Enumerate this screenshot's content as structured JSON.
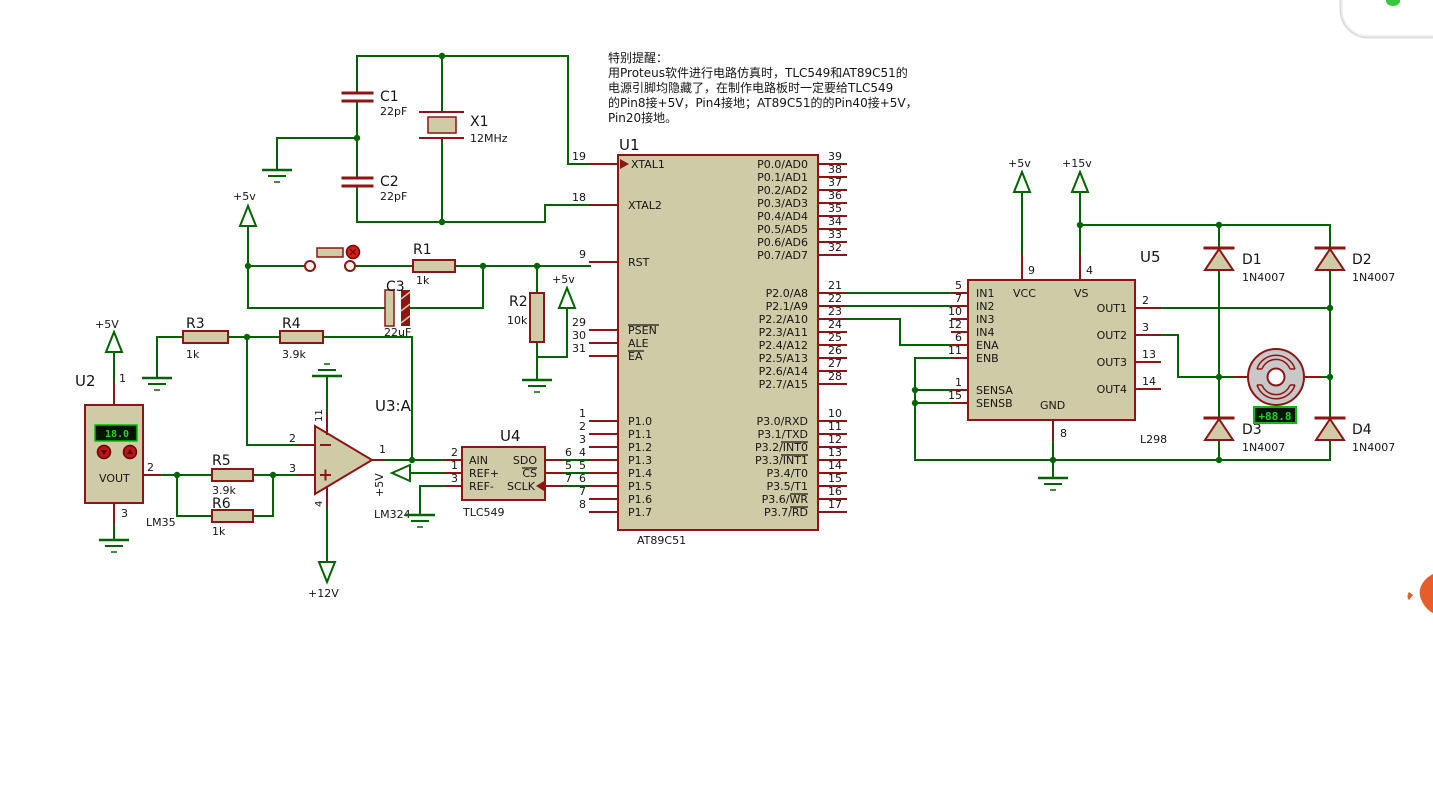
{
  "note": {
    "line1": "特别提醒：",
    "line2": "用Proteus软件进行电路仿真时，TLC549和AT89C51的",
    "line3": "电源引脚均隐藏了，在制作电路板时一定要给TLC549",
    "line4": "的Pin8接+5V，Pin4接地；AT89C51的的Pin40接+5V，",
    "line5": "Pin20接地。"
  },
  "power": {
    "xtal_5v": "+5v",
    "u2_5v": "+5V",
    "rst_5v": "+5v",
    "ref_5v": "+5V",
    "opamp_12v": "+12V",
    "u5_5v": "+5v",
    "u5_15v": "+15v"
  },
  "c1": {
    "ref": "C1",
    "value": "22pF"
  },
  "c2": {
    "ref": "C2",
    "value": "22pF"
  },
  "c3": {
    "ref": "C3",
    "value": "22uF"
  },
  "x1": {
    "ref": "X1",
    "value": "12MHz"
  },
  "r1": {
    "ref": "R1",
    "value": "1k"
  },
  "r2": {
    "ref": "R2",
    "value": "10k"
  },
  "r3": {
    "ref": "R3",
    "value": "1k"
  },
  "r4": {
    "ref": "R4",
    "value": "3.9k"
  },
  "r5": {
    "ref": "R5",
    "value": "3.9k"
  },
  "r6": {
    "ref": "R6",
    "value": "1k"
  },
  "d1": {
    "ref": "D1",
    "value": "1N4007"
  },
  "d2": {
    "ref": "D2",
    "value": "1N4007"
  },
  "d3": {
    "ref": "D3",
    "value": "1N4007"
  },
  "d4": {
    "ref": "D4",
    "value": "1N4007"
  },
  "u2": {
    "ref": "U2",
    "part": "LM35",
    "display": "18.0",
    "vout": "VOUT",
    "pin1": "1",
    "pin2": "2",
    "pin3": "3"
  },
  "u3": {
    "ref": "U3:A",
    "part": "LM324",
    "out": "1",
    "inv": "2",
    "noninv": "3",
    "vneg": "11",
    "vpos": "4"
  },
  "u4": {
    "ref": "U4",
    "part": "TLC549",
    "left": [
      {
        "num": "2",
        "name": "AIN"
      },
      {
        "num": "1",
        "name": "REF+"
      },
      {
        "num": "3",
        "name": "REF-"
      }
    ],
    "right": [
      {
        "num": "6",
        "name": "SDO"
      },
      {
        "num": "5",
        "name": "CS"
      },
      {
        "num": "7",
        "name": "SCLK"
      }
    ]
  },
  "u1": {
    "ref": "U1",
    "part": "AT89C51",
    "left": [
      {
        "num": "19",
        "name": "XTAL1"
      },
      {
        "num": "18",
        "name": "XTAL2"
      },
      {
        "num": "9",
        "name": "RST"
      },
      {
        "num": "29",
        "name": "PSEN"
      },
      {
        "num": "30",
        "name": "ALE"
      },
      {
        "num": "31",
        "name": "EA"
      },
      {
        "num": "1",
        "name": "P1.0"
      },
      {
        "num": "2",
        "name": "P1.1"
      },
      {
        "num": "3",
        "name": "P1.2"
      },
      {
        "num": "4",
        "name": "P1.3"
      },
      {
        "num": "5",
        "name": "P1.4"
      },
      {
        "num": "6",
        "name": "P1.5"
      },
      {
        "num": "7",
        "name": "P1.6"
      },
      {
        "num": "8",
        "name": "P1.7"
      }
    ],
    "right": [
      {
        "num": "39",
        "name": "P0.0/AD0"
      },
      {
        "num": "38",
        "name": "P0.1/AD1"
      },
      {
        "num": "37",
        "name": "P0.2/AD2"
      },
      {
        "num": "36",
        "name": "P0.3/AD3"
      },
      {
        "num": "35",
        "name": "P0.4/AD4"
      },
      {
        "num": "34",
        "name": "P0.5/AD5"
      },
      {
        "num": "33",
        "name": "P0.6/AD6"
      },
      {
        "num": "32",
        "name": "P0.7/AD7"
      },
      {
        "num": "21",
        "name": "P2.0/A8"
      },
      {
        "num": "22",
        "name": "P2.1/A9"
      },
      {
        "num": "23",
        "name": "P2.2/A10"
      },
      {
        "num": "24",
        "name": "P2.3/A11"
      },
      {
        "num": "25",
        "name": "P2.4/A12"
      },
      {
        "num": "26",
        "name": "P2.5/A13"
      },
      {
        "num": "27",
        "name": "P2.6/A14"
      },
      {
        "num": "28",
        "name": "P2.7/A15"
      },
      {
        "num": "10",
        "name": "P3.0/RXD"
      },
      {
        "num": "11",
        "name": "P3.1/TXD"
      },
      {
        "num": "12",
        "name": "P3.2/INT0"
      },
      {
        "num": "13",
        "name": "P3.3/INT1"
      },
      {
        "num": "14",
        "name": "P3.4/T0"
      },
      {
        "num": "15",
        "name": "P3.5/T1"
      },
      {
        "num": "16",
        "name": "P3.6/WR"
      },
      {
        "num": "17",
        "name": "P3.7/RD"
      }
    ]
  },
  "u5": {
    "ref": "U5",
    "part": "L298",
    "left": [
      {
        "num": "5",
        "name": "IN1"
      },
      {
        "num": "7",
        "name": "IN2"
      },
      {
        "num": "10",
        "name": "IN3"
      },
      {
        "num": "12",
        "name": "IN4"
      },
      {
        "num": "6",
        "name": "ENA"
      },
      {
        "num": "11",
        "name": "ENB"
      },
      {
        "num": "1",
        "name": "SENSA"
      },
      {
        "num": "15",
        "name": "SENSB"
      }
    ],
    "right": [
      {
        "num": "2",
        "name": "OUT1"
      },
      {
        "num": "3",
        "name": "OUT2"
      },
      {
        "num": "13",
        "name": "OUT3"
      },
      {
        "num": "14",
        "name": "OUT4"
      }
    ],
    "top": [
      {
        "num": "9",
        "name": "VCC"
      },
      {
        "num": "4",
        "name": "VS"
      }
    ],
    "bottom": {
      "num": "8",
      "name": "GND"
    }
  },
  "motor": {
    "display": "+88.8"
  }
}
